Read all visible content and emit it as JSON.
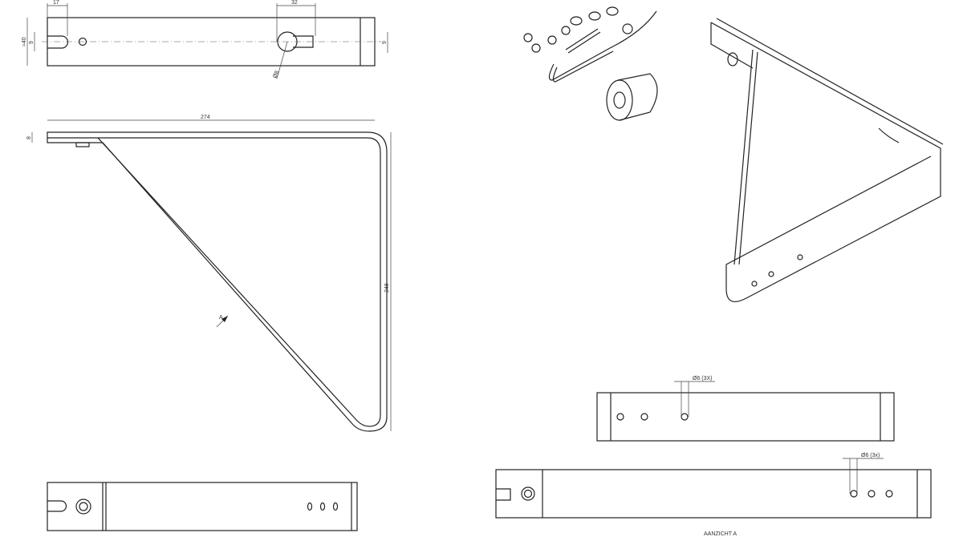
{
  "top_view": {
    "dim_slot": "17",
    "dim_keyhole": "32",
    "dim_width": "≈40",
    "dim_slot_left": "9",
    "dim_slot_right": "9",
    "dim_hole": "Ø8"
  },
  "side_view": {
    "dim_length": "274",
    "dim_thickness": "8",
    "dim_height": "248",
    "view_marker": "A"
  },
  "bottom_view": {},
  "view_a_upper": {
    "hole_note": "Ø6 (3X)"
  },
  "view_a_lower": {
    "hole_note": "Ø6 (3x)",
    "caption": "AANZICHT A"
  }
}
